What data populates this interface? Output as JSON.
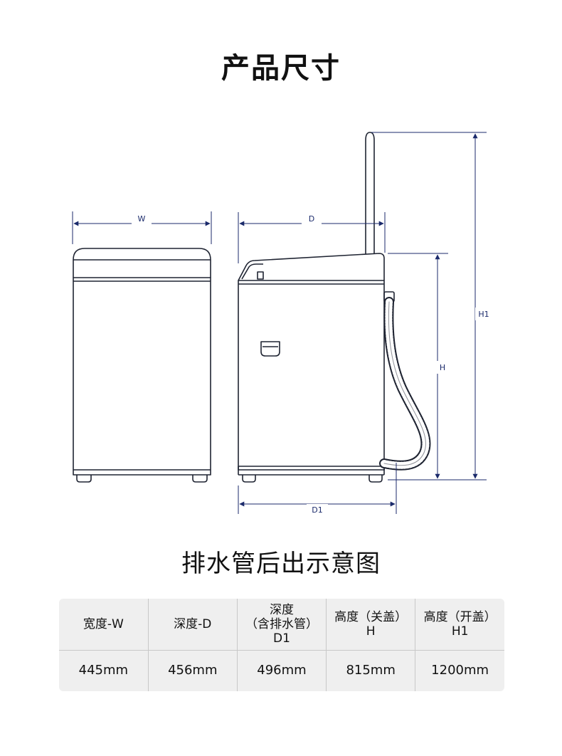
{
  "page_title": "产品尺寸",
  "diagram": {
    "labels": {
      "width": "W",
      "depth": "D",
      "depth_with_hose": "D1",
      "height_closed": "H",
      "height_open": "H1"
    },
    "colors": {
      "outline": "#1f2432",
      "dimension": "#1b2a6b"
    }
  },
  "section_title": "排水管后出示意图",
  "spec_table": {
    "headers": [
      {
        "lines": [
          "宽度-W"
        ]
      },
      {
        "lines": [
          "深度-D"
        ]
      },
      {
        "lines": [
          "深度",
          "（含排水管）",
          "D1"
        ]
      },
      {
        "lines": [
          "高度（关盖）",
          "H"
        ]
      },
      {
        "lines": [
          "高度（开盖）",
          "H1"
        ]
      }
    ],
    "values": [
      "445mm",
      "456mm",
      "496mm",
      "815mm",
      "1200mm"
    ]
  }
}
